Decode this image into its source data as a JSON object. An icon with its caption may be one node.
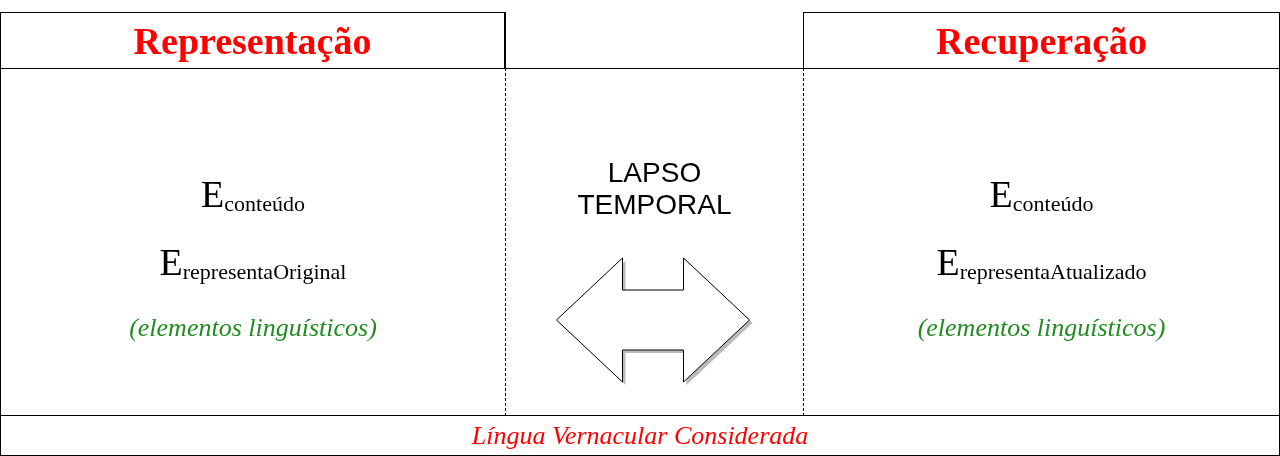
{
  "diagram": {
    "nodes": [
      {
        "text": [
          "Representação"
        ]
      },
      {
        "text": [
          "Recuperação"
        ]
      },
      {
        "text": [
          "E$_{conteúdo}$",
          "E$_{representaOriginal}$",
          "(elementos linguísticos)"
        ]
      },
      {
        "text": [
          "LAPSO TEMPORAL"
        ]
      },
      {
        "text": [
          "E$_{conteúdo}$",
          "E$_{representaAtualizado}$",
          "(elementos linguísticos)"
        ]
      },
      {
        "text": [
          "Língua Vernacular Considerada"
        ]
      }
    ],
    "edges": [
      {
        "from": 2,
        "to": 4,
        "arrow": "both",
        "style": "thick"
      }
    ]
  }
}
